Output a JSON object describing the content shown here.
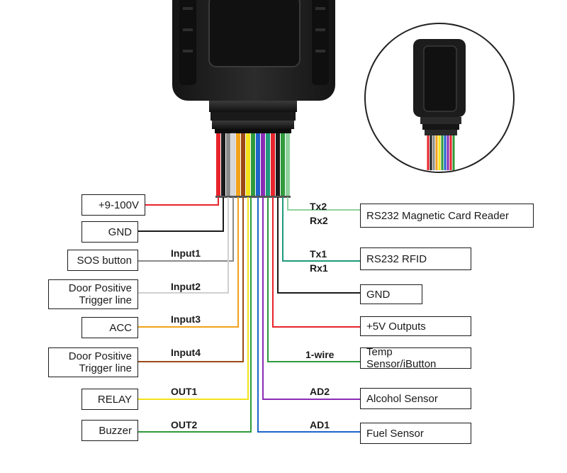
{
  "left_labels": {
    "power": "+9-100V",
    "gnd": "GND",
    "sos": "SOS button",
    "door1_line1": "Door Positive",
    "door1_line2": "Trigger line",
    "acc": "ACC",
    "door2_line1": "Door Positive",
    "door2_line2": "Trigger line",
    "relay": "RELAY",
    "buzzer": "Buzzer"
  },
  "right_labels": {
    "rs232_card": "RS232 Magnetic Card Reader",
    "rs232_rfid": "RS232 RFID",
    "gnd": "GND",
    "v5": "+5V Outputs",
    "temp": "Temp Sensor/iButton",
    "alcohol": "Alcohol Sensor",
    "fuel": "Fuel Sensor"
  },
  "signals": {
    "input1": "Input1",
    "input2": "Input2",
    "input3": "Input3",
    "input4": "Input4",
    "out1": "OUT1",
    "out2": "OUT2",
    "tx2": "Tx2",
    "rx2": "Rx2",
    "tx1": "Tx1",
    "rx1": "Rx1",
    "wire1": "1-wire",
    "ad2": "AD2",
    "ad1": "AD1"
  },
  "colors": {
    "red": "#e8232b",
    "black": "#1a1a1a",
    "grey": "#8a8a8a",
    "light_grey": "#cfcfcf",
    "orange": "#f2a21b",
    "brown": "#9a4a16",
    "yellow": "#f3e21a",
    "green": "#2e9a3c",
    "blue": "#1f63c9",
    "purple": "#8a2bb5",
    "teal": "#1f9a7a",
    "device": "#222222"
  }
}
